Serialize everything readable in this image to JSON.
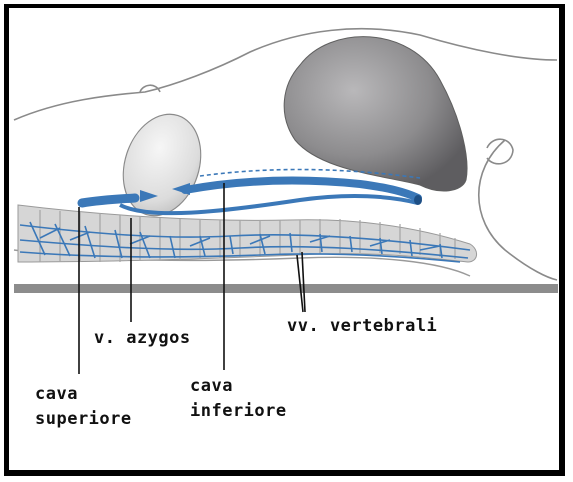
{
  "labels": {
    "azygos": "v. azygos",
    "vertebrali": "vv. vertebrali",
    "cava_superiore_line1": "cava",
    "cava_superiore_line2": "superiore",
    "cava_inferiore_line1": "cava",
    "cava_inferiore_line2": "inferiore"
  },
  "colors": {
    "vessel_blue": "#3b78b8",
    "vessel_light": "#8fb6dc",
    "organ_gray": "#8d8c8e",
    "heart_white": "#e4e4e4",
    "outline": "#7a7a7a",
    "table_gray": "#8c8c8c"
  },
  "icons": [
    "arrow-right-icon",
    "arrow-left-icon"
  ]
}
